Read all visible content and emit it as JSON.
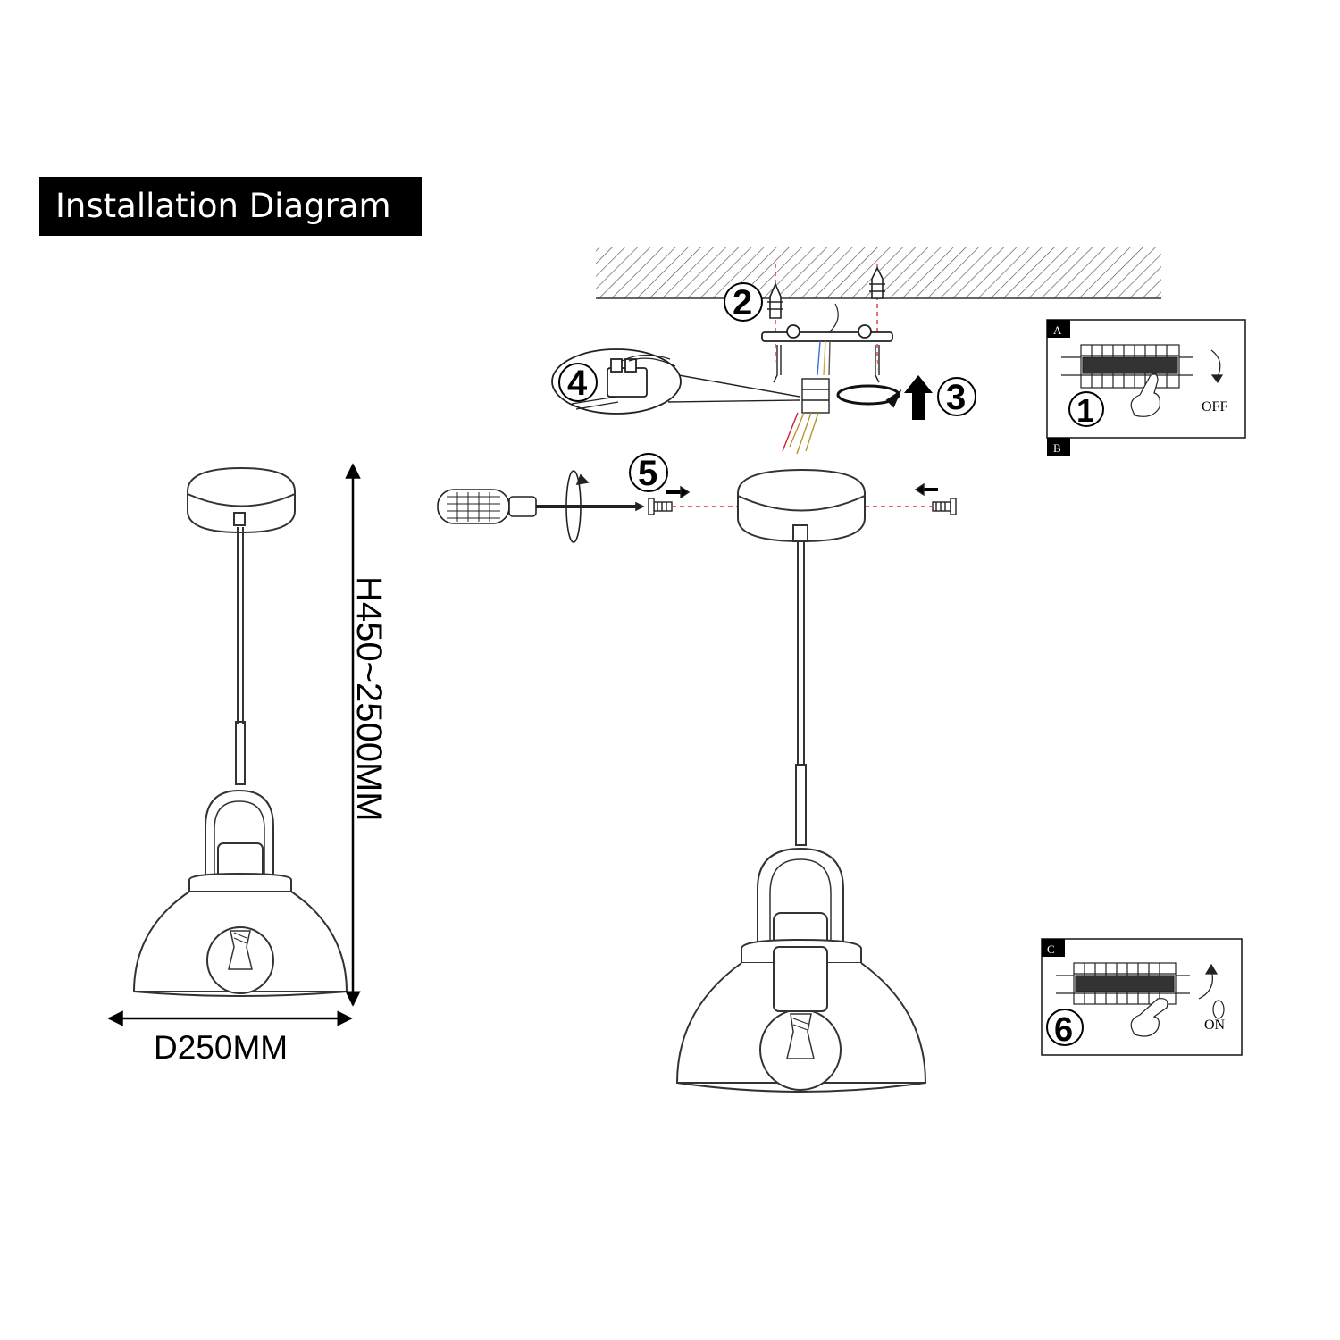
{
  "title": "Installation Diagram",
  "dimensions": {
    "height_label": "H450~2500MM",
    "diameter_label": "D250MM"
  },
  "steps": [
    "1",
    "2",
    "3",
    "4",
    "5",
    "6"
  ],
  "panels": {
    "top_letter": "A",
    "bottom_letter": "B",
    "switch_off": "OFF",
    "panel_c_letter": "C",
    "switch_on": "ON"
  }
}
